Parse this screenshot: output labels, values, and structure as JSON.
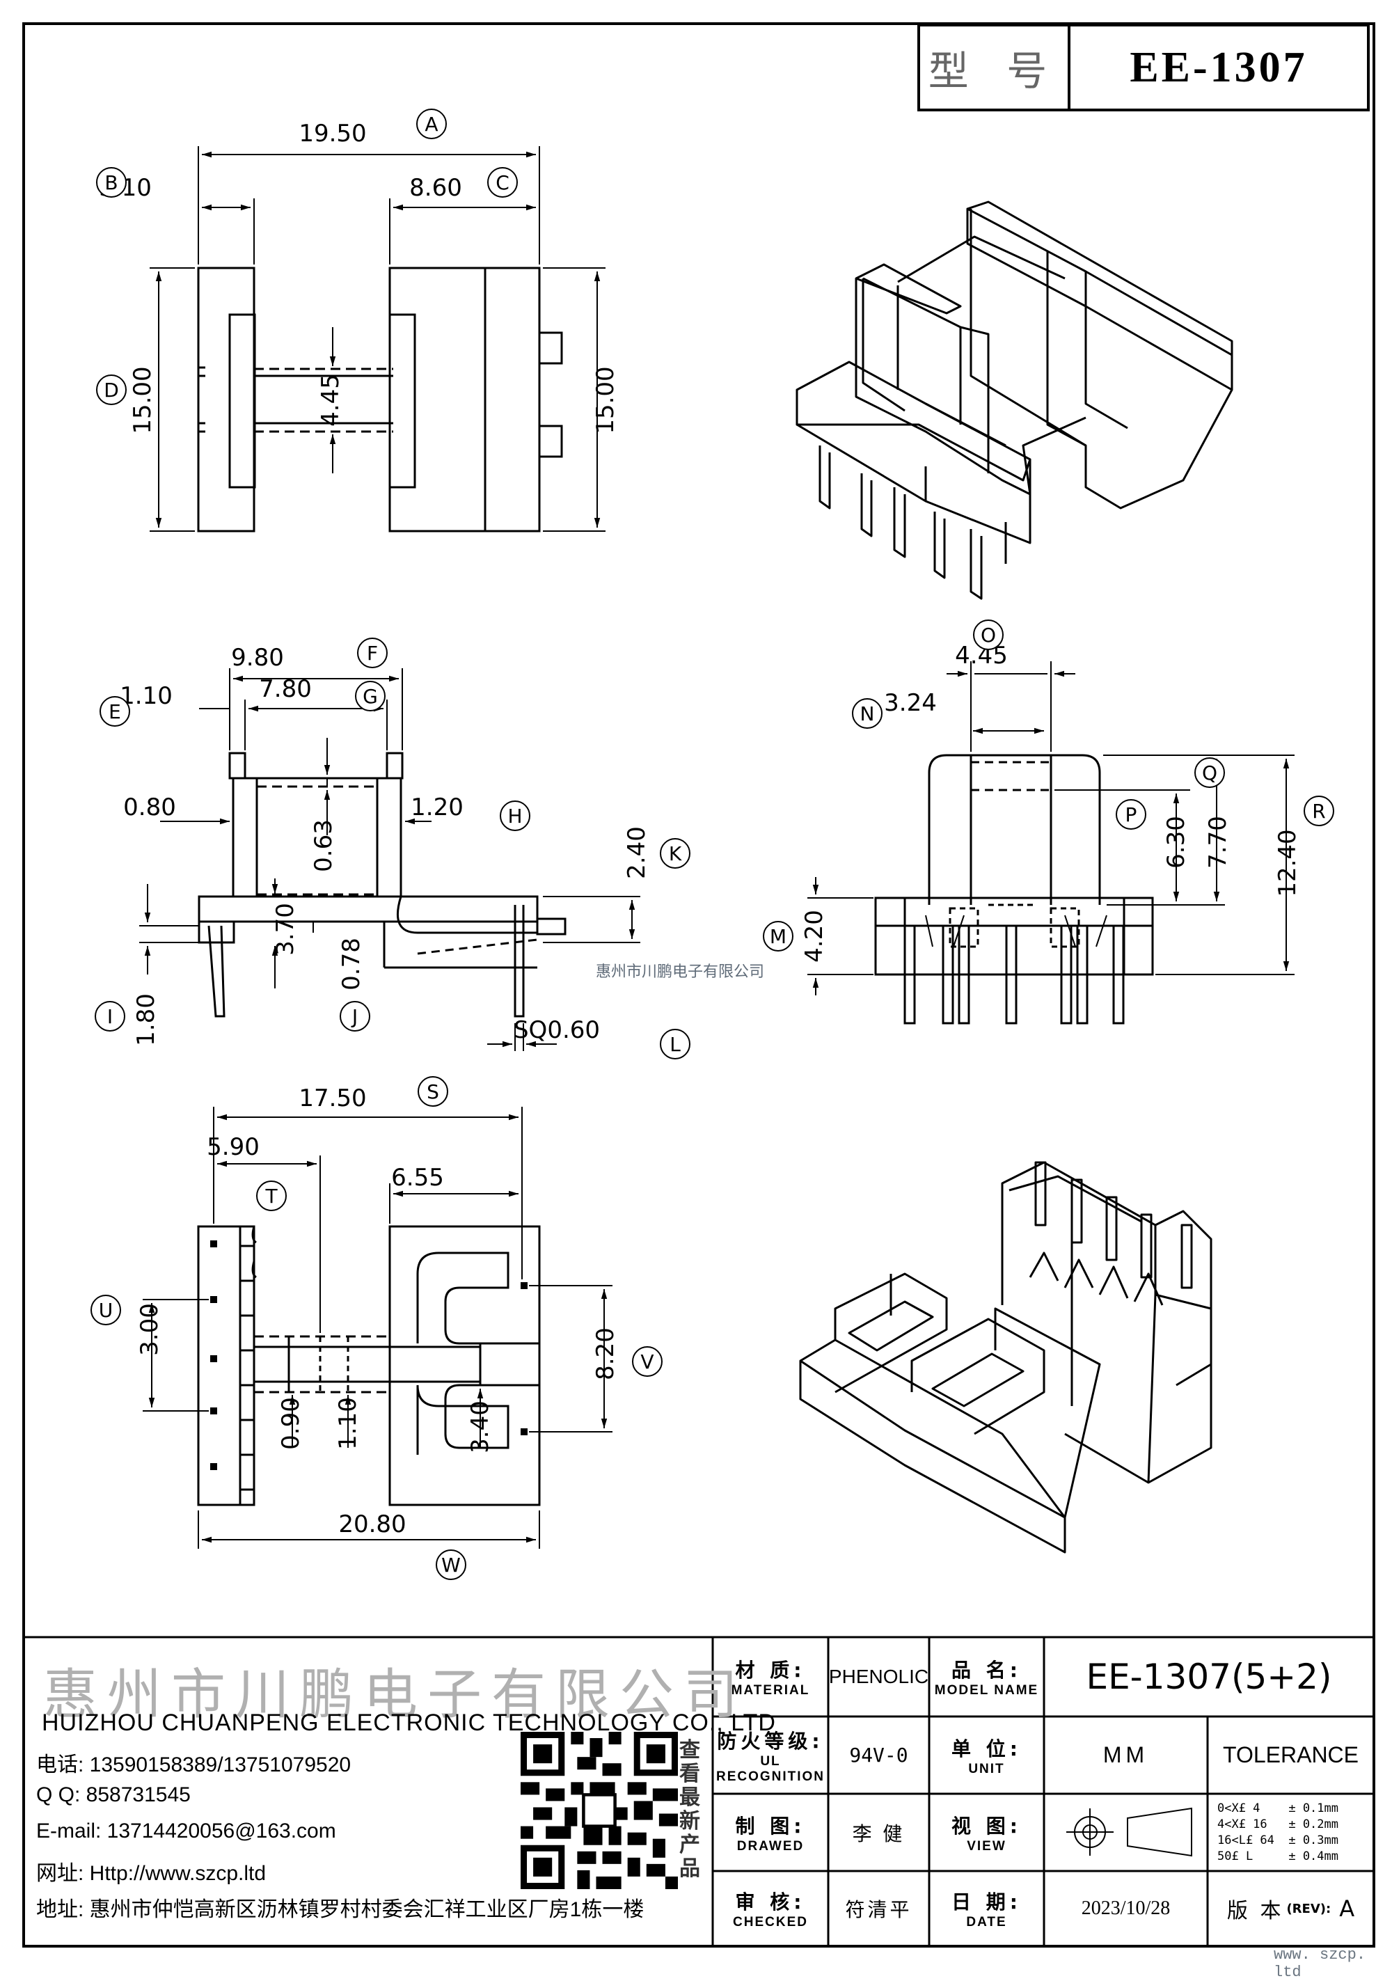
{
  "header": {
    "label": "型 号",
    "model": "EE-1307"
  },
  "dims_top": {
    "A": "19.50",
    "B": "3.10",
    "C": "8.60",
    "D": "15.00",
    "D2": "15.00",
    "core": "4.45"
  },
  "dims_mid": {
    "F": "9.80",
    "G": "7.80",
    "E": "1.10",
    "c080": "0.80",
    "c063": "0.63",
    "H": "1.20",
    "K": "2.40",
    "c370": "3.70",
    "J": "0.78",
    "I": "1.80",
    "L": "SQ0.60"
  },
  "dims_right": {
    "O": "4.45",
    "N": "3.24",
    "P": "6.30",
    "Q": "7.70",
    "R": "12.40",
    "M": "4.20"
  },
  "dims_bottom": {
    "S": "17.50",
    "T": "5.90",
    "c655": "6.55",
    "U": "3.00",
    "V": "8.20",
    "c090": "0.90",
    "c110": "1.10",
    "c340": "3.40",
    "W": "20.80"
  },
  "letters": {
    "A": "A",
    "B": "B",
    "C": "C",
    "D": "D",
    "E": "E",
    "F": "F",
    "G": "G",
    "H": "H",
    "I": "I",
    "J": "J",
    "K": "K",
    "L": "L",
    "M": "M",
    "N": "N",
    "O": "O",
    "P": "P",
    "Q": "Q",
    "R": "R",
    "S": "S",
    "T": "T",
    "U": "U",
    "V": "V",
    "W": "W"
  },
  "watermark": "惠州市川鹏电子有限公司",
  "company": {
    "name_cn": "惠州市川鹏电子有限公司",
    "name_en": "HUIZHOU CHUANPENG ELECTRONIC TECHNOLOGY CO., LTD",
    "phone": "电话: 13590158389/13751079520",
    "qq": "Q Q:  858731545",
    "email": "E-mail: 13714420056@163.com",
    "web": "网址: Http://www.szcp.ltd",
    "address": "地址: 惠州市仲恺高新区沥林镇罗村村委会汇祥工业区厂房1栋一楼",
    "qr_side": "查看最新产品"
  },
  "titleblock": {
    "material_cn": "材 质:",
    "material_en": "MATERIAL",
    "material_val": "PHENOLIC",
    "name_cn": "品 名:",
    "name_en": "MODEL NAME",
    "name_val": "EE-1307(5+2)",
    "fire_cn": "防火等级:",
    "fire_en": "UL RECOGNITION",
    "fire_val": "94V-0",
    "unit_cn": "单 位:",
    "unit_en": "UNIT",
    "unit_val": "MM",
    "tolerance": "TOLERANCE",
    "drawn_cn": "制 图:",
    "drawn_en": "DRAWED",
    "drawn_val": "李 健",
    "view_cn": "视 图:",
    "view_en": "VIEW",
    "tol_lines": [
      "0<X£ 4    ± 0.1mm",
      "4<X£ 16   ± 0.2mm",
      "16<L£ 64  ± 0.3mm",
      "50£ L     ± 0.4mm"
    ],
    "check_cn": "审 核:",
    "check_en": "CHECKED",
    "check_val": "符清平",
    "date_cn": "日 期:",
    "date_en": "DATE",
    "date_val": "2023/10/28",
    "rev_cn": "版 本",
    "rev_en": "(REV):",
    "rev_val": "A"
  },
  "site": "www. szcp. ltd"
}
